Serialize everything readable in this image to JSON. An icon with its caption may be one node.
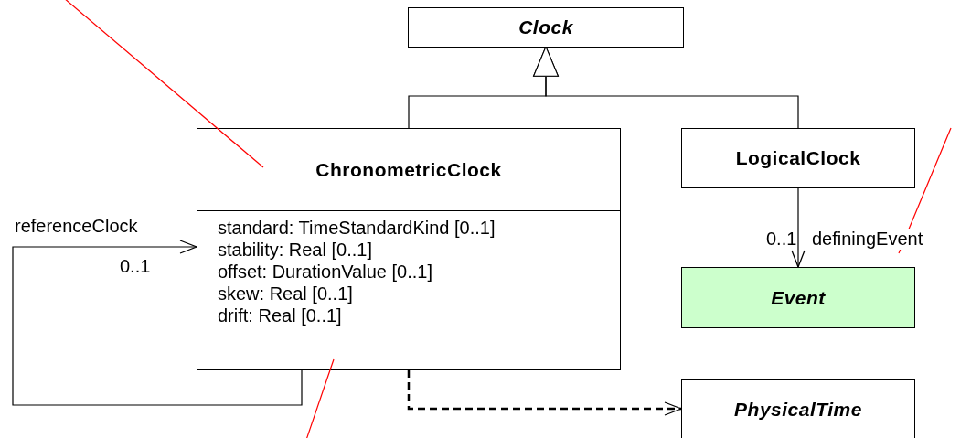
{
  "diagram": {
    "nodes": [
      {
        "text": [
          "Clock"
        ]
      },
      {
        "text": [
          "ChronometricClock",
          "standard: TimeStandardKind [0..1]",
          "stability: Real [0..1]",
          "offset: DurationValue [0..1]",
          "skew: Real [0..1]",
          "drift: Real [0..1]"
        ]
      },
      {
        "text": [
          "LogicalClock"
        ]
      },
      {
        "text": [
          "Event"
        ]
      },
      {
        "text": [
          "PhysicalTime"
        ]
      }
    ],
    "edges": [
      {
        "from": 1,
        "to": 0,
        "arrow": "to"
      },
      {
        "from": 2,
        "to": 0,
        "arrow": "to"
      },
      {
        "from": 1,
        "to": 1,
        "arrow": "to",
        "label": "referenceClock"
      },
      {
        "from": 2,
        "to": 3,
        "arrow": "to",
        "label": "definingEvent"
      },
      {
        "from": 1,
        "to": 4,
        "arrow": "to",
        "style": "dashed"
      },
      {
        "from": null,
        "to": 1,
        "arrow": "none",
        "color": "#ff0000"
      },
      {
        "from": null,
        "to": 3,
        "arrow": "none",
        "color": "#ff0000"
      },
      {
        "from": null,
        "to": 1,
        "arrow": "none",
        "color": "#ff0000"
      }
    ],
    "labels": [
      "0..1",
      "0..1"
    ]
  }
}
